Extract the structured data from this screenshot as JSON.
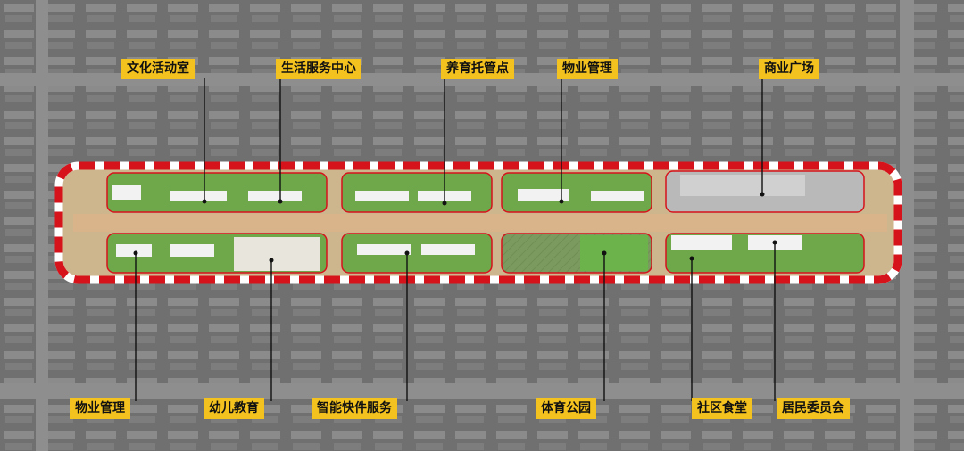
{
  "labels_top": [
    "文化活动室",
    "生活服务中心",
    "养育托管点",
    "物业管理",
    "商业广场"
  ],
  "labels_bottom": [
    "物业管理",
    "幼儿教育",
    "智能快件服务",
    "体育公园",
    "社区食堂",
    "居民委员会"
  ],
  "colors": {
    "label_bg": "#f4c21f",
    "boundary": "#d6121b",
    "road": "#d9b48a",
    "greenery": "#5e9a3a",
    "background": "#6f6f6f"
  }
}
